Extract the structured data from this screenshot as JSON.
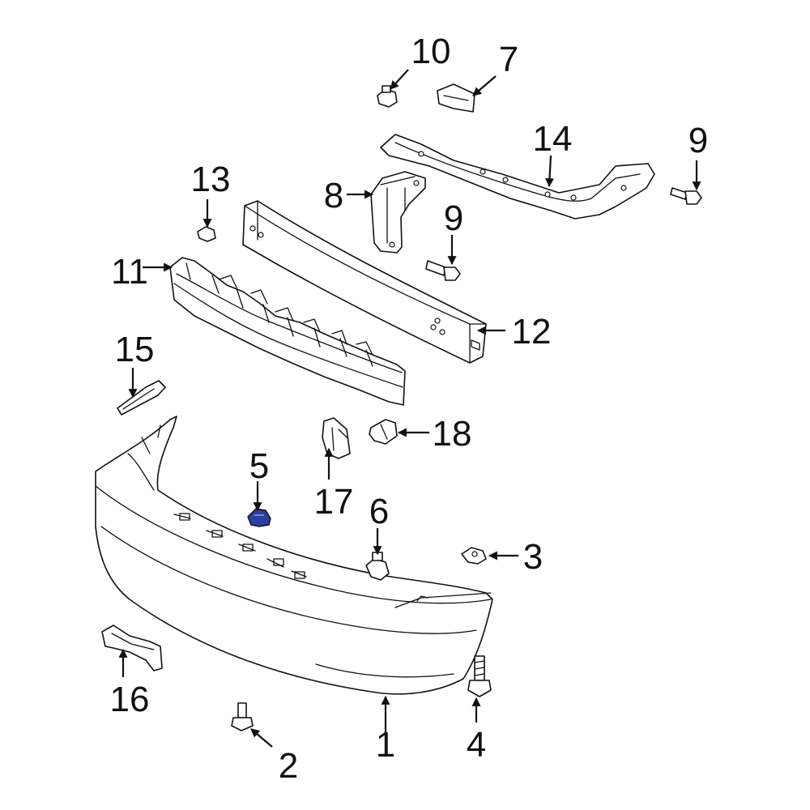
{
  "diagram": {
    "highlight_color": "#2b3f9e",
    "highlighted_part": "5",
    "callouts": [
      {
        "id": "1",
        "label": "1"
      },
      {
        "id": "2",
        "label": "2"
      },
      {
        "id": "3",
        "label": "3"
      },
      {
        "id": "4",
        "label": "4"
      },
      {
        "id": "5",
        "label": "5"
      },
      {
        "id": "6",
        "label": "6"
      },
      {
        "id": "7",
        "label": "7"
      },
      {
        "id": "8",
        "label": "8"
      },
      {
        "id": "9a",
        "label": "9"
      },
      {
        "id": "9b",
        "label": "9"
      },
      {
        "id": "10",
        "label": "10"
      },
      {
        "id": "11",
        "label": "11"
      },
      {
        "id": "12",
        "label": "12"
      },
      {
        "id": "13",
        "label": "13"
      },
      {
        "id": "14",
        "label": "14"
      },
      {
        "id": "15",
        "label": "15"
      },
      {
        "id": "16",
        "label": "16"
      },
      {
        "id": "17",
        "label": "17"
      },
      {
        "id": "18",
        "label": "18"
      }
    ]
  }
}
